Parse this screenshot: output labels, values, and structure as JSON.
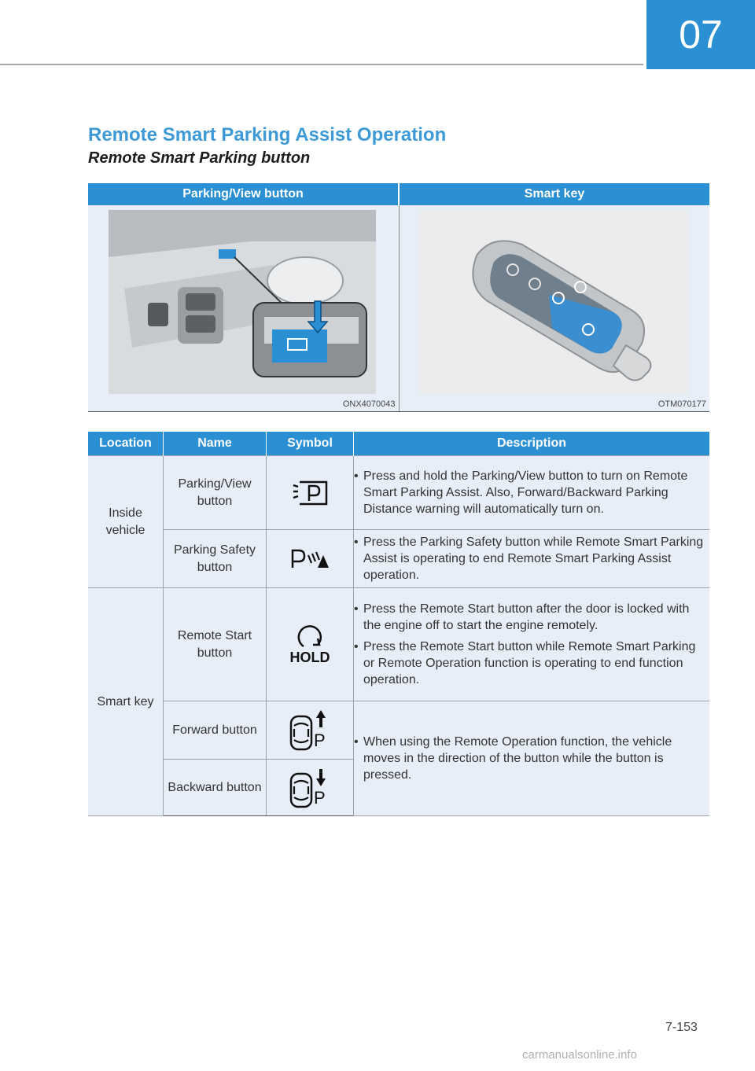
{
  "header": {
    "chapter": "07"
  },
  "section": {
    "title": "Remote Smart Parking Assist Operation",
    "subtitle": "Remote Smart Parking button"
  },
  "image_table": {
    "col1_header": "Parking/View button",
    "col2_header": "Smart key",
    "col1_code": "ONX4070043",
    "col2_code": "OTM070177"
  },
  "spec_table": {
    "headers": [
      "Location",
      "Name",
      "Symbol",
      "Description"
    ],
    "locations": [
      "Inside vehicle",
      "Smart key"
    ],
    "rows": [
      {
        "name": "Parking/View button",
        "symbol_icon": "parking-view-icon",
        "description": [
          "Press and hold the Parking/View button to turn on Remote Smart Parking Assist. Also, Forward/Backward Parking Distance warning will automatically turn on."
        ]
      },
      {
        "name": "Parking Safety button",
        "symbol_icon": "parking-safety-icon",
        "description": [
          "Press the Parking Safety button while Remote Smart Parking Assist is operating to end Remote Smart Parking Assist operation."
        ]
      },
      {
        "name": "Remote Start button",
        "symbol_icon": "remote-start-hold-icon",
        "symbol_text": "HOLD",
        "description": [
          "Press the Remote Start button after the door is locked with the engine off to start the engine remotely.",
          "Press the Remote Start button while Remote Smart Parking or Remote Operation function is operating to end function operation."
        ]
      },
      {
        "name": "Forward button",
        "symbol_icon": "forward-parking-icon",
        "symbol_text": "P",
        "description": [
          "When using the Remote Operation function, the vehicle moves in the direction of the button while the button is pressed."
        ]
      },
      {
        "name": "Backward button",
        "symbol_icon": "backward-parking-icon",
        "symbol_text": "P"
      }
    ]
  },
  "footer": {
    "page_number": "7-153",
    "watermark": "carmanualsonline.info"
  },
  "colors": {
    "accent": "#2a8fd3",
    "cell_bg": "#e8eef8",
    "title": "#3d9ad7"
  }
}
